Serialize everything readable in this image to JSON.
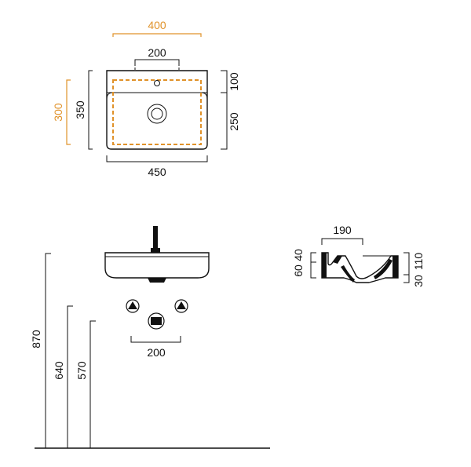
{
  "colors": {
    "ink": "#111111",
    "accent": "#e0922a"
  },
  "top_view": {
    "dim_inner_width": "400",
    "dim_tap_spacing": "200",
    "dim_inner_depth": "300",
    "dim_depth": "350",
    "dim_rear_offset": "100",
    "dim_front_offset": "250",
    "dim_width": "450"
  },
  "front_view": {
    "dim_rim_height": "870",
    "dim_mid_height": "640",
    "dim_low_height": "570",
    "dim_outlet_spacing": "200"
  },
  "side_view": {
    "dim_basin_depth": "190",
    "dim_inner_a": "40",
    "dim_inner_b": "60",
    "dim_outer_a": "110",
    "dim_outer_b": "30"
  }
}
